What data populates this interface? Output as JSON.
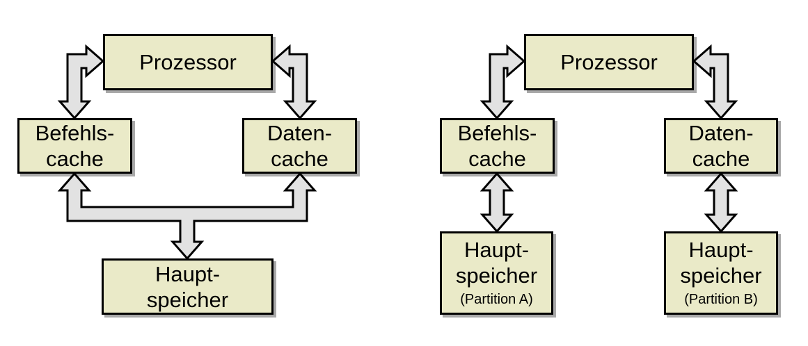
{
  "colors": {
    "background": "#ffffff",
    "box_fill": "#eaeac8",
    "box_border": "#000000",
    "box_shadow": "#a9a9a9",
    "arrow_fill": "#e2e2e2",
    "arrow_outline": "#000000",
    "text": "#000000"
  },
  "left_diagram": {
    "processor": {
      "label": "Prozessor"
    },
    "instruction_cache": {
      "line1": "Befehls-",
      "line2": "cache"
    },
    "data_cache": {
      "line1": "Daten-",
      "line2": "cache"
    },
    "main_memory": {
      "line1": "Haupt-",
      "line2": "speicher"
    }
  },
  "right_diagram": {
    "processor": {
      "label": "Prozessor"
    },
    "instruction_cache": {
      "line1": "Befehls-",
      "line2": "cache"
    },
    "data_cache": {
      "line1": "Daten-",
      "line2": "cache"
    },
    "main_memory_partition_a": {
      "line1": "Haupt-",
      "line2": "speicher",
      "sublabel": "(Partition A)"
    },
    "main_memory_partition_b": {
      "line1": "Haupt-",
      "line2": "speicher",
      "sublabel": "(Partition B)"
    }
  }
}
